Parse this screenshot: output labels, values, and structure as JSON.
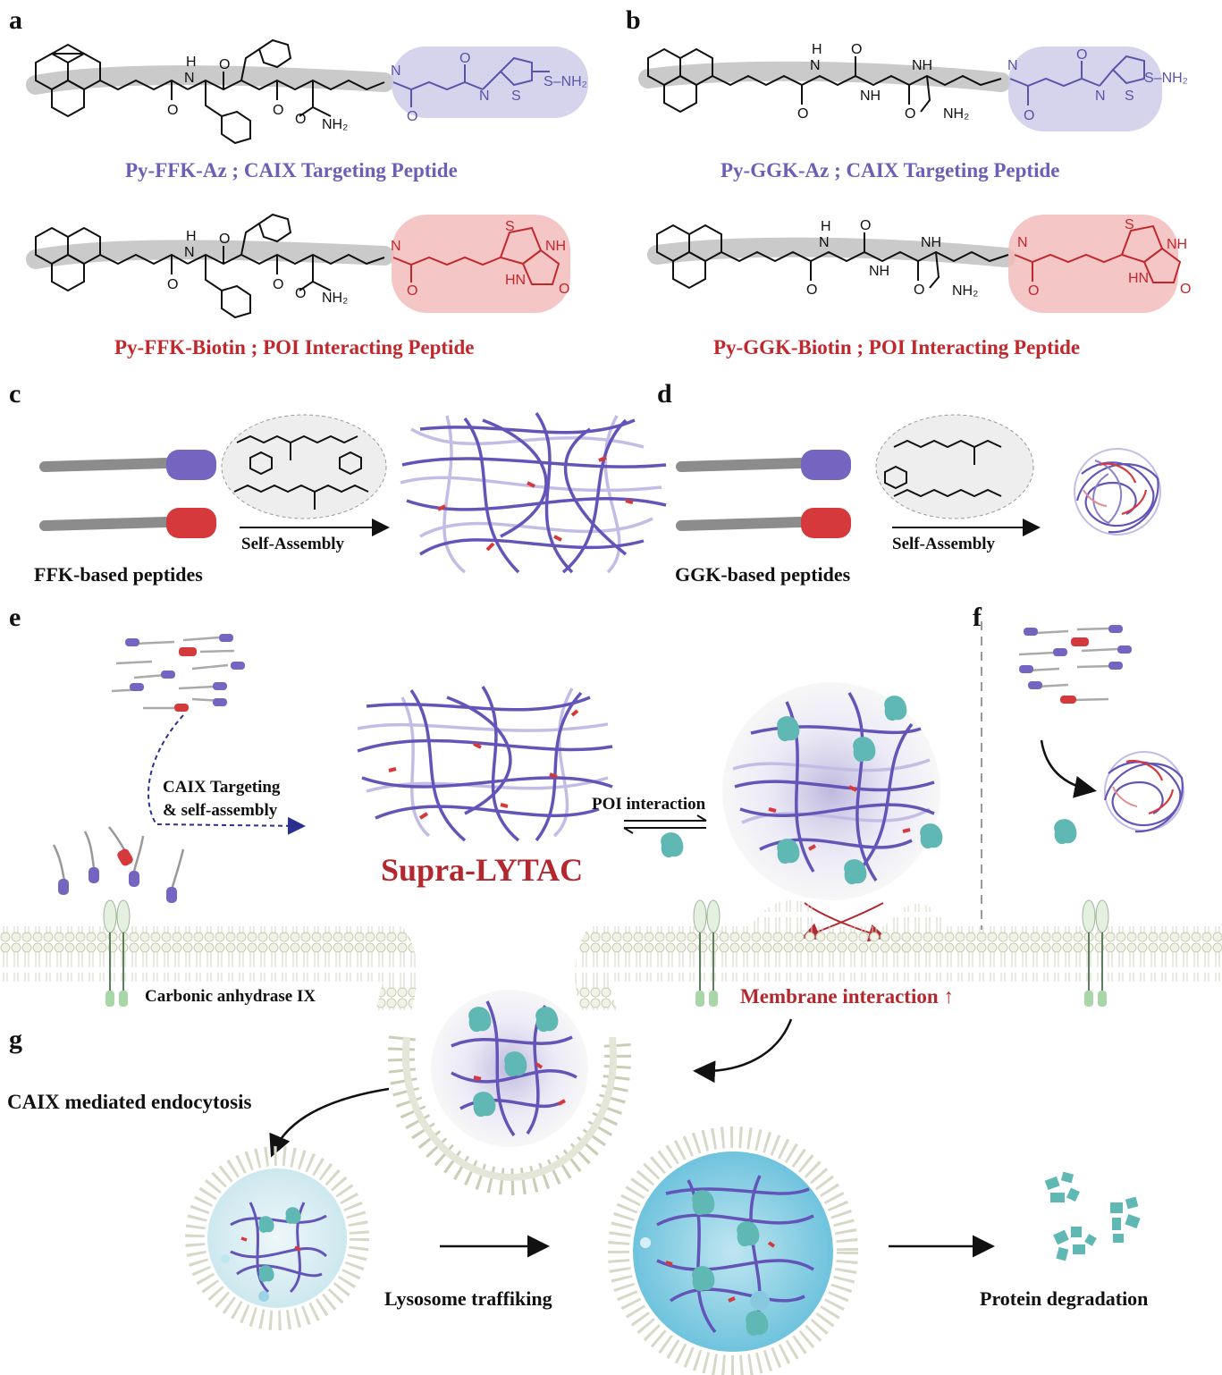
{
  "panels": {
    "a": "a",
    "b": "b",
    "c": "c",
    "d": "d",
    "e": "e",
    "f": "f",
    "g": "g"
  },
  "compounds": {
    "a_top": "Py-FFK-Az ; CAIX Targeting Peptide",
    "a_bottom": "Py-FFK-Biotin ; POI Interacting Peptide",
    "b_top": "Py-GGK-Az ; CAIX Targeting Peptide",
    "b_bottom": "Py-GGK-Biotin ; POI Interacting Peptide"
  },
  "atoms": {
    "H": "H",
    "N": "N",
    "O": "O",
    "S": "S",
    "NH": "NH",
    "HN": "HN",
    "NH2": "NH₂",
    "SO2NH2": "S–NH₂",
    "H_alt": "H"
  },
  "assembly": {
    "self_assembly": "Self-Assembly",
    "ffk_label": "FFK-based peptides",
    "ggk_label": "GGK-based peptides"
  },
  "panel_e": {
    "targeting": "CAIX Targeting",
    "targeting2": "& self-assembly",
    "supra": "Supra-LYTAC",
    "poi": "POI interaction",
    "membrane": "Membrane interaction ↑",
    "caix": "Carbonic anhydrase IX"
  },
  "panel_g": {
    "endocytosis": "CAIX mediated endocytosis",
    "lysosome": "Lysosome traffiking",
    "degradation": "Protein degradation"
  },
  "colors": {
    "purple": "#6b60b6",
    "red": "#c0282c",
    "teal": "#5fb8b4",
    "gray": "#9a9a9a"
  }
}
